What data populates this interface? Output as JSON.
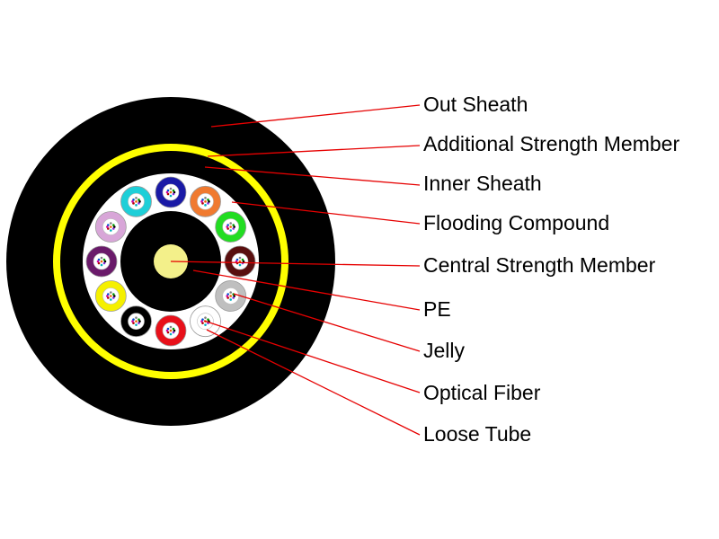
{
  "labels": {
    "out_sheath": "Out Sheath",
    "additional_strength_member": "Additional Strength Member",
    "inner_sheath": "Inner Sheath",
    "flooding_compound": "Flooding Compound",
    "central_strength_member": "Central Strength Member",
    "pe": "PE",
    "jelly": "Jelly",
    "optical_fiber": "Optical Fiber",
    "loose_tube": "Loose Tube"
  },
  "colors": {
    "out_sheath": "#000000",
    "additional_strength_member": "#ffff00",
    "inner_sheath": "#000000",
    "flooding_compound": "#ffffff",
    "pe": "#000000",
    "central_strength_member": "#f3f08a",
    "leader_lines": "#e60000"
  },
  "loose_tubes": [
    {
      "color": "#1a1aa6"
    },
    {
      "color": "#f07a30"
    },
    {
      "color": "#22dd22"
    },
    {
      "color": "#5a0f0f"
    },
    {
      "color": "#bfbfbf"
    },
    {
      "color": "#ffffff"
    },
    {
      "color": "#e8101a"
    },
    {
      "color": "#000000"
    },
    {
      "color": "#f5f000"
    },
    {
      "color": "#6a1a6a"
    },
    {
      "color": "#d8a6d8"
    },
    {
      "color": "#1ecfd8"
    }
  ]
}
